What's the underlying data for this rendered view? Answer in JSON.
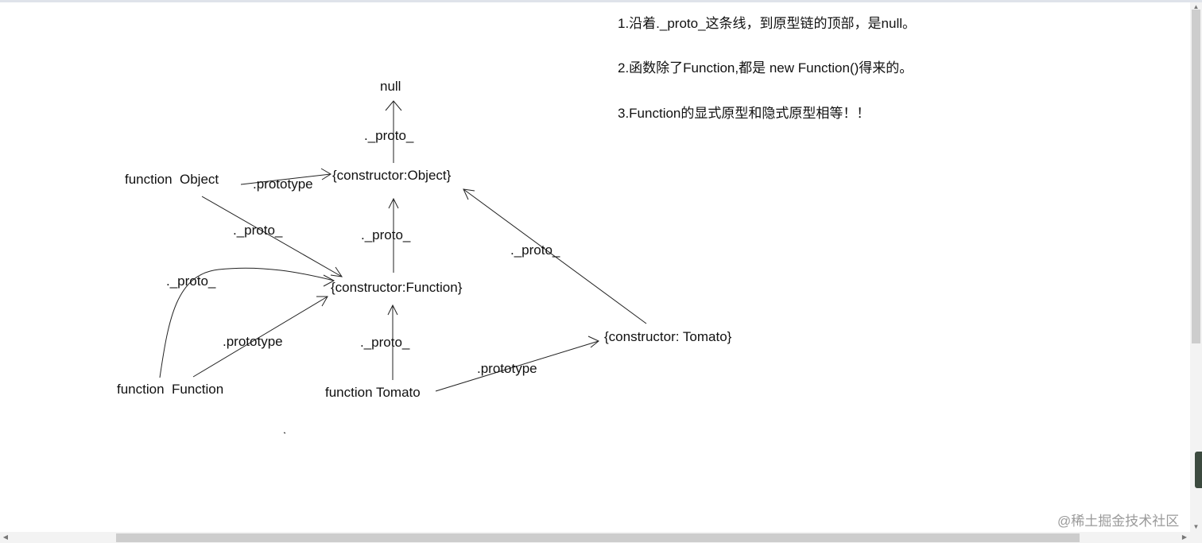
{
  "diagram": {
    "nodes": {
      "null": "null",
      "object_proto": "{constructor:Object}",
      "function_proto": "{constructor:Function}",
      "tomato_proto": "{constructor: Tomato}",
      "function_object": "function  Object",
      "function_function": "function  Function",
      "function_tomato": "function Tomato"
    },
    "edges": {
      "object_proto_to_null": "._proto_",
      "function_object_prototype": ".prototype",
      "function_object_proto": "._proto_",
      "function_proto_to_object_proto": "._proto_",
      "function_function_proto": "._proto_",
      "function_function_prototype": ".prototype",
      "function_tomato_proto": "._proto_",
      "tomato_proto_to_object_proto": "._proto_",
      "function_tomato_prototype": ".prototype"
    }
  },
  "notes": [
    "1.沿着._proto_这条线，到原型链的顶部，是null。",
    "2.函数除了Function,都是 new Function()得来的。",
    "3.Function的显式原型和隐式原型相等！！"
  ],
  "watermark": "@稀土掘金技术社区"
}
